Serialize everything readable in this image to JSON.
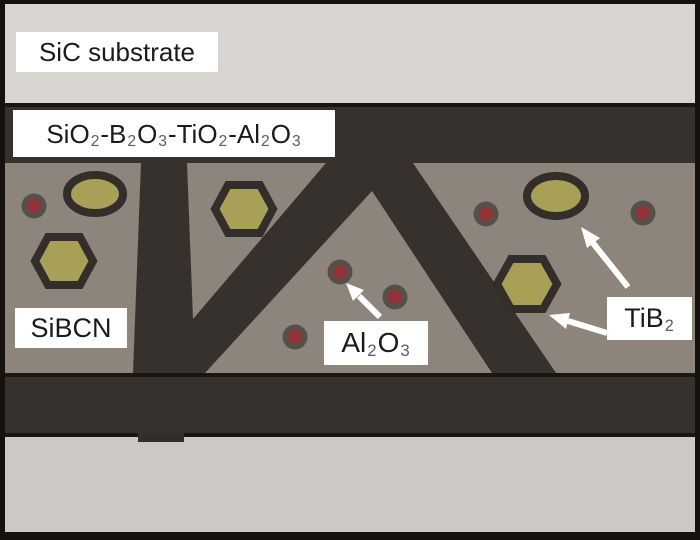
{
  "diagram": {
    "kind": "material cross-section schematic",
    "labels": {
      "substrate": "SiC substrate",
      "interlayer_formula": [
        {
          "t": "SiO"
        },
        {
          "t": "2",
          "sub": true
        },
        {
          "t": "-B"
        },
        {
          "t": "2",
          "sub": true
        },
        {
          "t": "O"
        },
        {
          "t": "3",
          "sub": true
        },
        {
          "t": "-TiO"
        },
        {
          "t": "2",
          "sub": true
        },
        {
          "t": "-Al"
        },
        {
          "t": "2",
          "sub": true
        },
        {
          "t": "O"
        },
        {
          "t": "3",
          "sub": true
        }
      ],
      "matrix": "SiBCN",
      "alumina_formula": [
        {
          "t": "Al"
        },
        {
          "t": "2",
          "sub": true
        },
        {
          "t": "O"
        },
        {
          "t": "3",
          "sub": true
        }
      ],
      "titanium_boride_formula": [
        {
          "t": "TiB"
        },
        {
          "t": "2",
          "sub": true
        }
      ]
    },
    "particle_counts": {
      "al2o3_red_circles": 6,
      "tib2_hexagons": 3,
      "tib2_ellipses": 2,
      "matrix_regions": 4,
      "white_arrows": 3
    }
  },
  "colors": {
    "substrate_light": "#d8d4d0",
    "substrate_bottom": "#cdc8c4",
    "layer_dark": "#37312d",
    "line_black": "#1a1613",
    "border_black": "#14110e",
    "matrix_gray": "#8d847b",
    "olive": "#a9a057",
    "outline_dark": "#332e2a",
    "red": "#933338",
    "ring_gray": "#56504a",
    "label_bg": "#ffffff",
    "label_text": "#1b1b1b",
    "subscript_gray": "#5c5c5c",
    "arrow_white": "#ffffff"
  }
}
